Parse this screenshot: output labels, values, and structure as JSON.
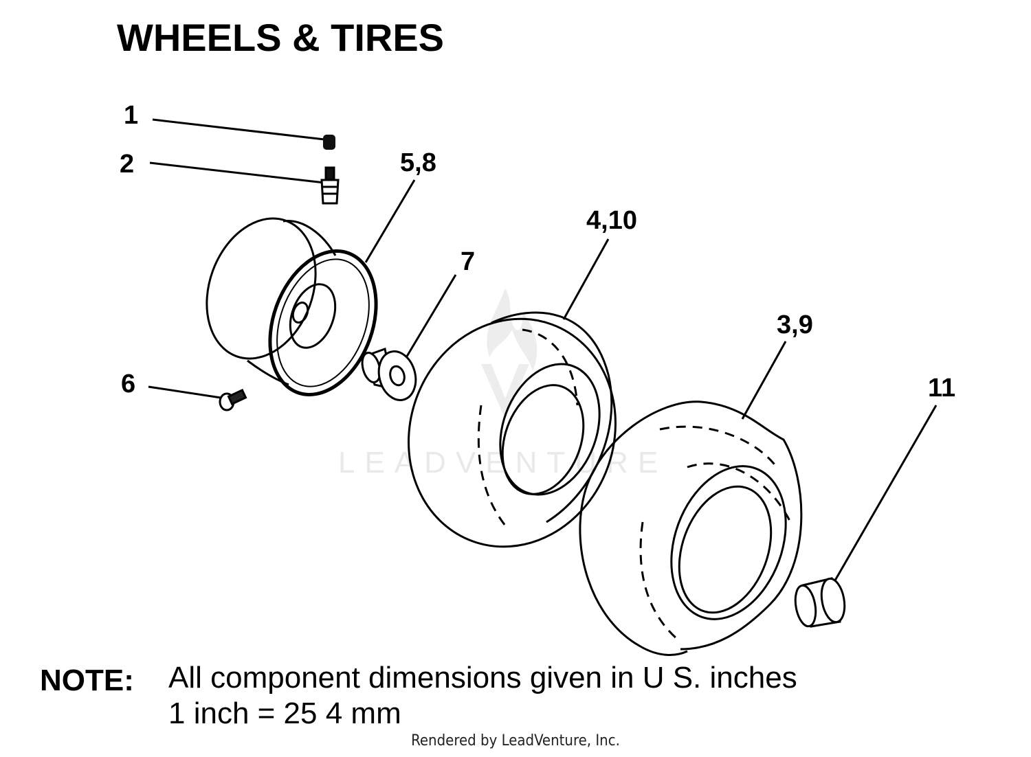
{
  "title": "WHEELS & TIRES",
  "callouts": {
    "c1": "1",
    "c2": "2",
    "c58": "5,8",
    "c7": "7",
    "c410": "4,10",
    "c6": "6",
    "c39": "3,9",
    "c11": "11"
  },
  "watermark": "LEADVENTURE",
  "note": {
    "label": "NOTE:",
    "line1": "All component dimensions given in U S. inches",
    "line2": "1 inch = 25 4 mm"
  },
  "footer": "Rendered by LeadVenture, Inc."
}
